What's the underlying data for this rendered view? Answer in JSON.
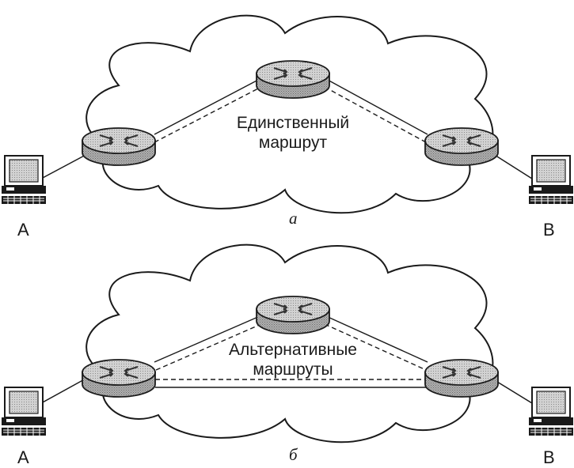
{
  "panel_a": {
    "caption": "а",
    "route_label_1": "Единственный",
    "route_label_2": "маршрут",
    "host_left": "A",
    "host_right": "B"
  },
  "panel_b": {
    "caption": "б",
    "route_label_1": "Альтернативные",
    "route_label_2": "маршруты",
    "host_left": "A",
    "host_right": "B"
  },
  "colors": {
    "line": "#1a1a1a",
    "router_fill": "#9a9a9a",
    "router_top": "#bdbdbd",
    "screen": "#d9d9d9"
  },
  "icons": [
    "cloud-icon",
    "router-icon",
    "computer-icon"
  ]
}
